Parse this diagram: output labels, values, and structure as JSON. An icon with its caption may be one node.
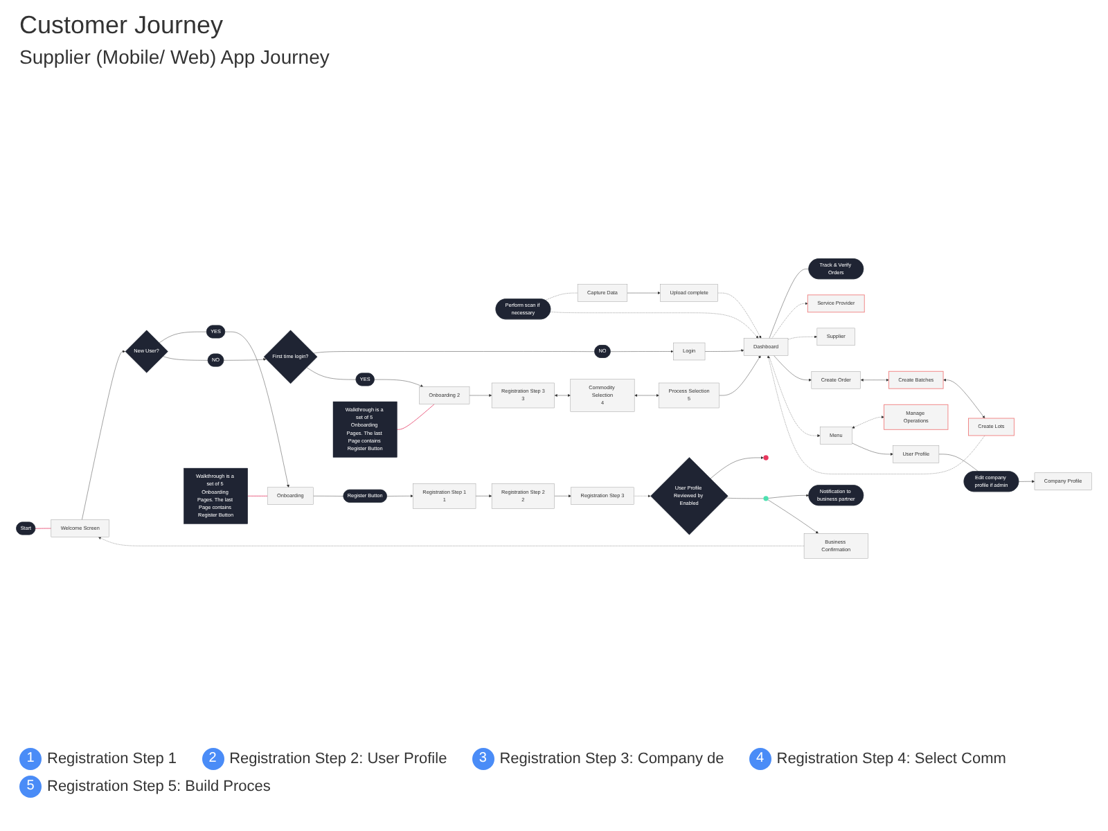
{
  "diagram": {
    "title": "Customer Journey",
    "nodes": [
      {
        "text": [
          "Welcome Screen"
        ]
      },
      {
        "text": [
          "Start"
        ]
      },
      {
        "text": [
          "Business Confirmation"
        ]
      },
      {
        "text": [
          "Notification to business partner"
        ]
      },
      {
        "text": [
          "User Profile Reviewed by Enabled"
        ]
      },
      {
        "text": [],
        "shape": "circle"
      },
      {
        "text": [],
        "shape": "circle"
      },
      {
        "text": [
          "New User?"
        ]
      },
      {
        "text": [
          "YES"
        ]
      },
      {
        "text": [
          "NO"
        ]
      },
      {
        "text": [
          "First time login?"
        ]
      },
      {
        "text": [
          "NO"
        ]
      },
      {
        "text": [
          "YES"
        ]
      },
      {
        "text": [
          "Login"
        ]
      },
      {
        "text": [
          "Dashboard"
        ]
      },
      {
        "text": [
          "Track & Verify Orders"
        ]
      },
      {
        "text": [
          "Service Provider"
        ]
      },
      {
        "text": [
          "Supplier"
        ]
      },
      {
        "text": [
          "Capture Data"
        ]
      },
      {
        "text": [
          "Upload complete"
        ]
      },
      {
        "text": [
          "Perform scan if necessary"
        ]
      },
      {
        "text": [
          "Create Order"
        ]
      },
      {
        "text": [
          "Create Batches"
        ]
      },
      {
        "text": [
          "Create Lots"
        ]
      },
      {
        "text": [
          "Manage Operations"
        ]
      },
      {
        "text": [
          "Menu"
        ]
      },
      {
        "text": [
          "User Profile"
        ]
      },
      {
        "text": [
          "Edit company profile if admin"
        ]
      },
      {
        "text": [
          "Company Profile"
        ]
      },
      {
        "text": [
          "Onboarding"
        ]
      },
      {
        "text": [
          "Register Button"
        ]
      },
      {
        "text": [
          "Walkthrough is a set of 5 Onboarding Pages. The last Page contains Register Button"
        ]
      },
      {
        "text": [
          "Registration Step 3"
        ]
      },
      {
        "text": [
          "Registration Step 2",
          "2"
        ]
      },
      {
        "text": [
          "Registration Step 1",
          "1"
        ]
      },
      {
        "text": [
          "Onboarding 2"
        ]
      },
      {
        "text": [
          "Registration Step 3",
          "3"
        ]
      },
      {
        "text": [
          "Commodity Selection",
          "4"
        ]
      },
      {
        "text": [
          "Process Selection",
          "5"
        ]
      },
      {
        "text": [
          "Walkthrough is a set of 5 Onboarding Pages. The last Page contains Register Button"
        ]
      }
    ],
    "edges": [
      {
        "from": 1,
        "to": 0,
        "arrow": "none",
        "color": "#e8557a"
      },
      {
        "from": 0,
        "to": 7,
        "arrow": "to"
      },
      {
        "from": 7,
        "to": 8,
        "arrow": "none"
      },
      {
        "from": 8,
        "to": 29,
        "arrow": "to"
      },
      {
        "from": 7,
        "to": 9,
        "arrow": "none"
      },
      {
        "from": 9,
        "to": 10,
        "arrow": "to"
      },
      {
        "from": 10,
        "to": 11,
        "arrow": "none"
      },
      {
        "from": 11,
        "to": 13,
        "arrow": "to"
      },
      {
        "from": 10,
        "to": 12,
        "arrow": "none"
      },
      {
        "from": 12,
        "to": 35,
        "arrow": "to"
      },
      {
        "from": 13,
        "to": 14,
        "arrow": "to"
      },
      {
        "from": 14,
        "to": 15,
        "arrow": "none"
      },
      {
        "from": 14,
        "to": 16,
        "arrow": "to",
        "style": "dashed"
      },
      {
        "from": 14,
        "to": 17,
        "arrow": "to",
        "style": "dashed"
      },
      {
        "from": 20,
        "to": 18,
        "arrow": "none",
        "style": "dashed"
      },
      {
        "from": 20,
        "to": 14,
        "arrow": "to",
        "style": "dashed"
      },
      {
        "from": 18,
        "to": 19,
        "arrow": "to"
      },
      {
        "from": 19,
        "to": 14,
        "arrow": "to",
        "style": "dashed"
      },
      {
        "from": 14,
        "to": 21,
        "arrow": "to"
      },
      {
        "from": 21,
        "to": 22,
        "arrow": "both"
      },
      {
        "from": 22,
        "to": 23,
        "arrow": "both"
      },
      {
        "from": 23,
        "to": 14,
        "arrow": "to",
        "style": "dashed"
      },
      {
        "from": 14,
        "to": 25,
        "arrow": "to",
        "style": "dashed"
      },
      {
        "from": 25,
        "to": 24,
        "arrow": "both",
        "style": "dashed"
      },
      {
        "from": 25,
        "to": 26,
        "arrow": "to"
      },
      {
        "from": 26,
        "to": 27,
        "arrow": "none"
      },
      {
        "from": 27,
        "to": 28,
        "arrow": "to"
      },
      {
        "from": 29,
        "to": 30,
        "arrow": "none"
      },
      {
        "from": 30,
        "to": 34,
        "arrow": "to"
      },
      {
        "from": 31,
        "to": 29,
        "arrow": "none",
        "color": "#e8557a"
      },
      {
        "from": 34,
        "to": 33,
        "arrow": "to"
      },
      {
        "from": 33,
        "to": 32,
        "arrow": "to"
      },
      {
        "from": 32,
        "to": 4,
        "arrow": "to",
        "style": "dashed"
      },
      {
        "from": 4,
        "to": 5,
        "arrow": "to"
      },
      {
        "from": 4,
        "to": 6,
        "arrow": "none"
      },
      {
        "from": 6,
        "to": 3,
        "arrow": "to"
      },
      {
        "from": 6,
        "to": 2,
        "arrow": "to"
      },
      {
        "from": 2,
        "to": 0,
        "arrow": "to",
        "style": "dashed"
      },
      {
        "from": 35,
        "to": 36,
        "arrow": "to"
      },
      {
        "from": 36,
        "to": 37,
        "arrow": "both"
      },
      {
        "from": 37,
        "to": 38,
        "arrow": "both"
      },
      {
        "from": 38,
        "to": 14,
        "arrow": "to"
      },
      {
        "from": 39,
        "to": 35,
        "arrow": "none",
        "color": "#e8557a"
      }
    ],
    "labels": [
      "Supplier (Mobile/ Web) App Journey",
      "1",
      "Registration Step 1",
      "2",
      "Registration Step 2: User Profile",
      "3",
      "Registration Step 3: Company de",
      "4",
      "Registration Step 4: Select Comm",
      "5",
      "Registration Step 5: Build Proces"
    ]
  }
}
